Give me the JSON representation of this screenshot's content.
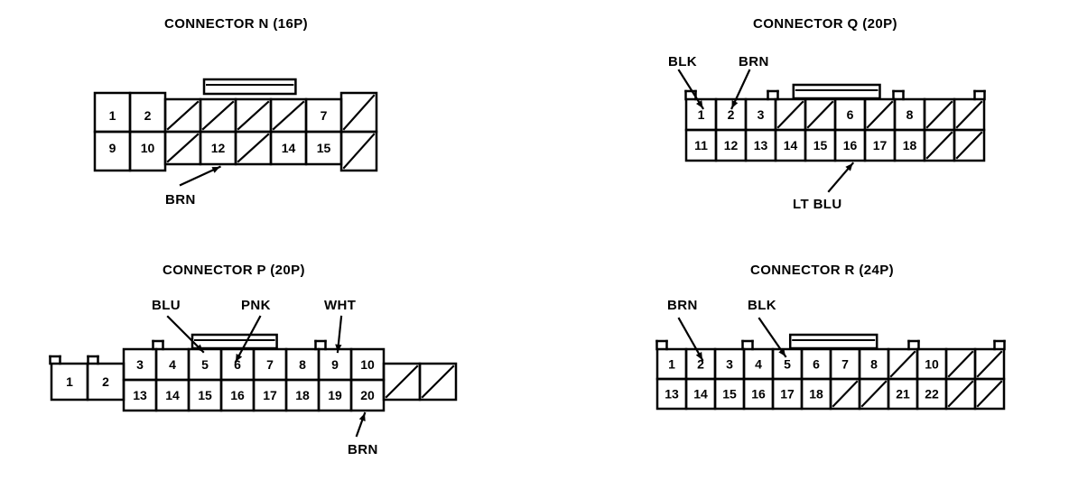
{
  "connectors": [
    {
      "id": "N",
      "title": "CONNECTOR N (16P)",
      "pins": 16,
      "cols": 8,
      "grid": {
        "top": [
          "1",
          "2",
          "",
          "",
          "",
          "",
          "7",
          ""
        ],
        "bottom": [
          "9",
          "10",
          "",
          "12",
          "",
          "14",
          "15",
          ""
        ]
      },
      "diagonals": {
        "top": [
          false,
          false,
          true,
          true,
          true,
          true,
          false,
          true
        ],
        "bottom": [
          false,
          false,
          true,
          false,
          true,
          false,
          false,
          true
        ]
      },
      "tall_columns": [
        0,
        1,
        7
      ],
      "labels": [
        {
          "text": "BRN",
          "pin": "12"
        }
      ]
    },
    {
      "id": "Q",
      "title": "CONNECTOR Q (20P)",
      "pins": 20,
      "cols": 10,
      "grid": {
        "top": [
          "1",
          "2",
          "3",
          "",
          "",
          "6",
          "",
          "8",
          "",
          ""
        ],
        "bottom": [
          "11",
          "12",
          "13",
          "14",
          "15",
          "16",
          "17",
          "18",
          "",
          ""
        ]
      },
      "diagonals": {
        "top": [
          false,
          false,
          false,
          true,
          true,
          false,
          true,
          false,
          true,
          true
        ],
        "bottom": [
          false,
          false,
          false,
          false,
          false,
          false,
          false,
          false,
          true,
          true
        ]
      },
      "tall_columns": [],
      "labels": [
        {
          "text": "BLK",
          "pin": "1"
        },
        {
          "text": "BRN",
          "pin": "2"
        },
        {
          "text": "LT BLU",
          "pin": "16"
        }
      ]
    },
    {
      "id": "P",
      "title": "CONNECTOR P (20P)",
      "pins": 20,
      "cols": 8,
      "grid": {
        "top": [
          "3",
          "4",
          "5",
          "6",
          "7",
          "8",
          "9",
          "10"
        ],
        "bottom": [
          "13",
          "14",
          "15",
          "16",
          "17",
          "18",
          "19",
          "20"
        ]
      },
      "diagonals": {
        "top": [
          false,
          false,
          false,
          false,
          false,
          false,
          false,
          false
        ],
        "bottom": [
          false,
          false,
          false,
          false,
          false,
          false,
          false,
          false
        ]
      },
      "left_cells": [
        "1",
        "2"
      ],
      "right_cells": [
        "",
        ""
      ],
      "tall_columns": [],
      "labels": [
        {
          "text": "BLU",
          "pin": "5"
        },
        {
          "text": "PNK",
          "pin": "6"
        },
        {
          "text": "WHT",
          "pin": "9"
        },
        {
          "text": "BRN",
          "pin": "20"
        }
      ]
    },
    {
      "id": "R",
      "title": "CONNECTOR R (24P)",
      "pins": 24,
      "cols": 12,
      "grid": {
        "top": [
          "1",
          "2",
          "3",
          "4",
          "5",
          "6",
          "7",
          "8",
          "",
          "10",
          "",
          ""
        ],
        "bottom": [
          "13",
          "14",
          "15",
          "16",
          "17",
          "18",
          "",
          "",
          "21",
          "22",
          "",
          ""
        ]
      },
      "diagonals": {
        "top": [
          false,
          false,
          false,
          false,
          false,
          false,
          false,
          false,
          true,
          false,
          true,
          true
        ],
        "bottom": [
          false,
          false,
          false,
          false,
          false,
          false,
          true,
          true,
          false,
          false,
          true,
          true
        ]
      },
      "tall_columns": [],
      "labels": [
        {
          "text": "BRN",
          "pin": "2"
        },
        {
          "text": "BLK",
          "pin": "5"
        }
      ]
    }
  ],
  "colors": {
    "stroke": "#000000",
    "background": "#ffffff"
  }
}
